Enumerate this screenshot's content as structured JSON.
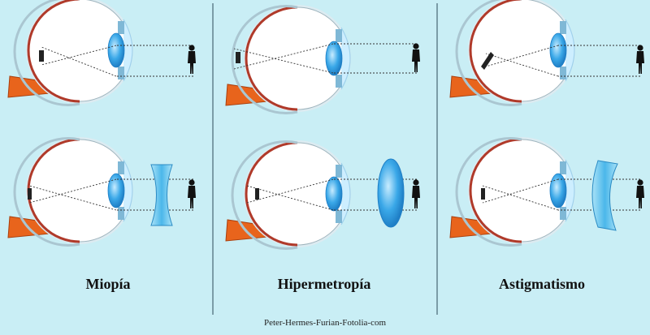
{
  "titles": {
    "myopia": "Miopía",
    "hyperopia": "Hipermetropía",
    "astigmatism": "Astigmatismo"
  },
  "credit": "Peter-Hermes-Furian-Fotolia-com",
  "colors": {
    "background": "#c9eef5",
    "sclera": "#ffffff",
    "retina": "#b03a2a",
    "optic_nerve": "#e8641c",
    "crystalline_lens": "#3aa8e8",
    "cornea": "#cdeeff",
    "corrective_lens": "#5cc0ec",
    "figure": "#111111",
    "divider": "#5a7a86"
  }
}
